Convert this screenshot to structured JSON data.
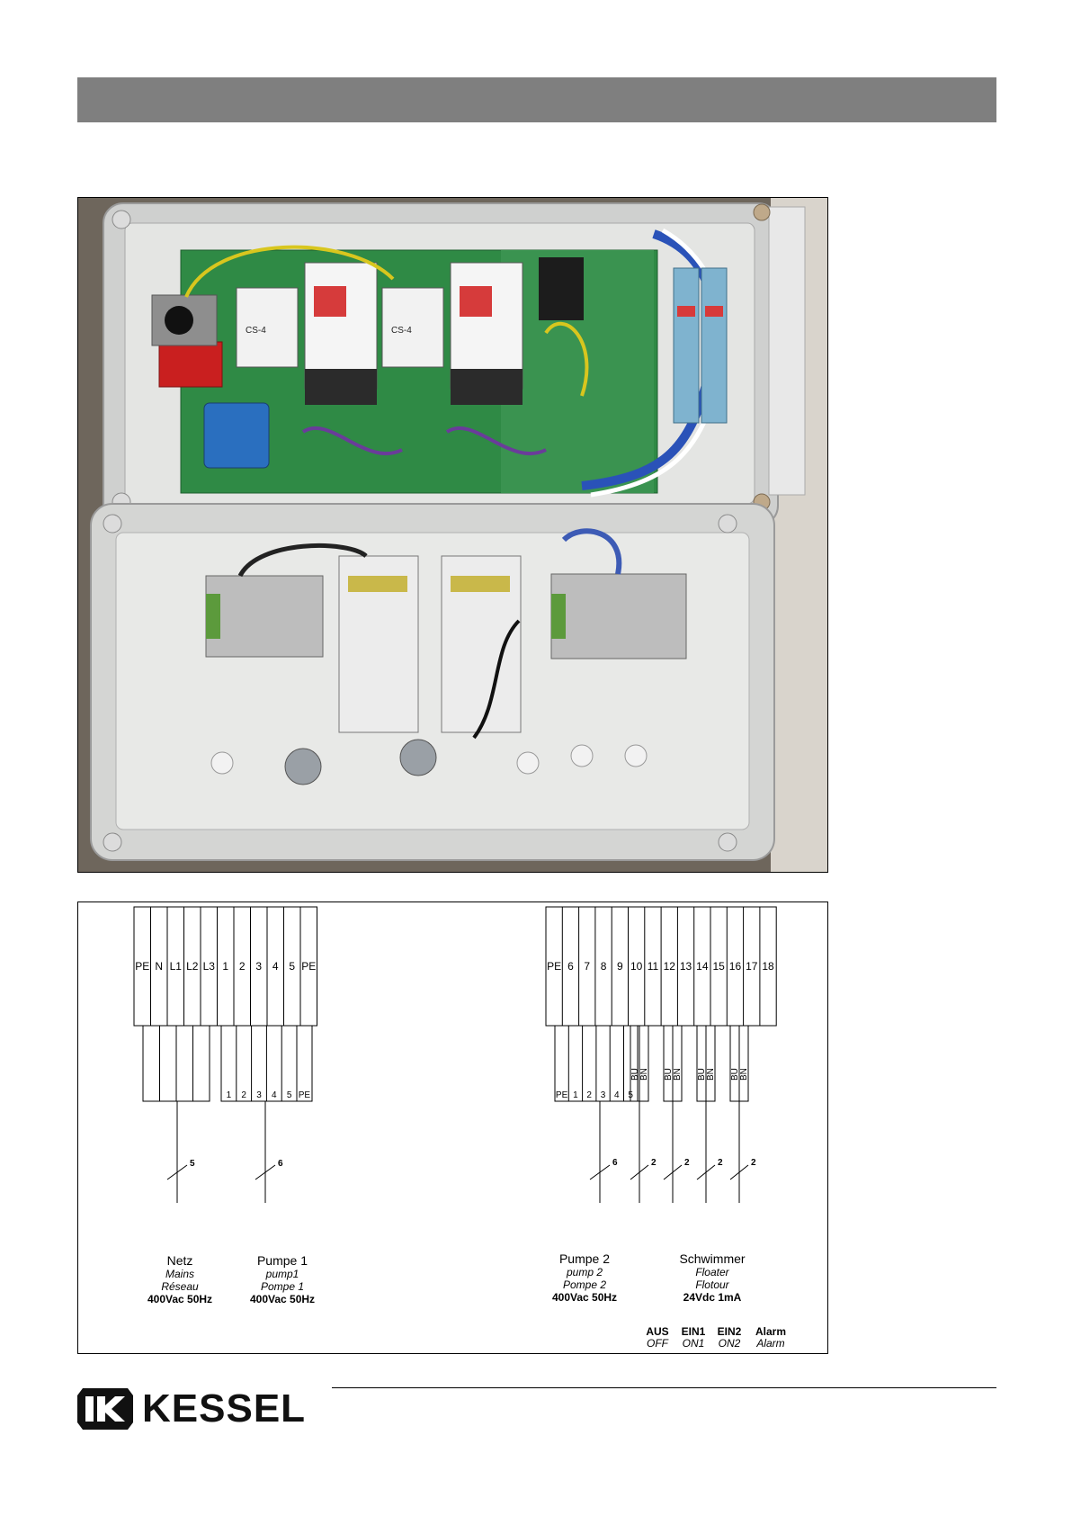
{
  "photo": {
    "components": {
      "contactor_label": "CS-4"
    }
  },
  "diagram": {
    "left_strip": {
      "terminals": [
        "PE",
        "N",
        "L1",
        "L2",
        "L3",
        "1",
        "2",
        "3",
        "4",
        "5",
        "PE"
      ],
      "pump_cable_labels": [
        "1",
        "2",
        "3",
        "4",
        "5",
        "PE"
      ],
      "bundle_counts": [
        "5",
        "6"
      ]
    },
    "right_strip": {
      "terminals": [
        "PE",
        "6",
        "7",
        "8",
        "9",
        "10",
        "11",
        "12",
        "13",
        "14",
        "15",
        "16",
        "17",
        "18"
      ],
      "pump_cable_labels": [
        "PE",
        "1",
        "2",
        "3",
        "4",
        "5"
      ],
      "wire_colors": [
        "BU",
        "BN",
        "BU",
        "BN",
        "BU",
        "BN",
        "BU",
        "BN"
      ],
      "bundle_counts": [
        "6",
        "2",
        "2",
        "2",
        "2"
      ]
    },
    "captions": {
      "mains": {
        "title": "Netz",
        "line2": "Mains",
        "line3": "Réseau",
        "spec": "400Vac 50Hz"
      },
      "pump1": {
        "title": "Pumpe 1",
        "line2": "pump1",
        "line3": "Pompe 1",
        "spec": "400Vac 50Hz"
      },
      "pump2": {
        "title": "Pumpe 2",
        "line2": "pump 2",
        "line3": "Pompe 2",
        "spec": "400Vac 50Hz"
      },
      "floater": {
        "title": "Schwimmer",
        "line2": "Floater",
        "line3": "Flotour",
        "spec": "24Vdc 1mA"
      }
    },
    "signals": [
      {
        "label": "AUS",
        "sub": "OFF"
      },
      {
        "label": "EIN1",
        "sub": "ON1"
      },
      {
        "label": "EIN2",
        "sub": "ON2"
      },
      {
        "label": "Alarm",
        "sub": "Alarm"
      }
    ]
  },
  "footer": {
    "brand": "KESSEL"
  }
}
